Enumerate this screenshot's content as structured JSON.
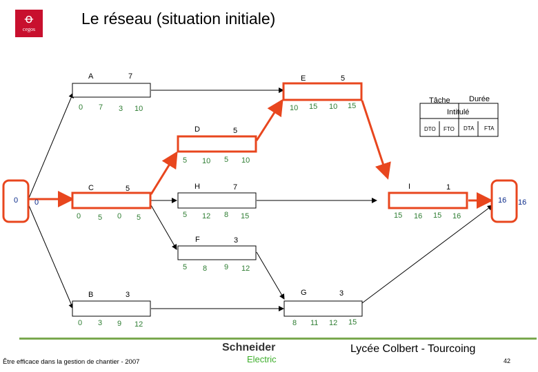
{
  "title": "Le réseau (situation initiale)",
  "logo": {
    "text": "cegos"
  },
  "legend": {
    "tache": "Tâche",
    "duree": "Durée",
    "intitule": "Intitulé",
    "fields": [
      "DTO",
      "FTO",
      "DTA",
      "FTA"
    ]
  },
  "start_node": {
    "value": "0",
    "date": "0"
  },
  "end_node": {
    "value": "16",
    "date": "16"
  },
  "tasks": {
    "A": {
      "name": "A",
      "duration": "7",
      "dto": "0",
      "fto": "7",
      "dta": "3",
      "fta": "10"
    },
    "B": {
      "name": "B",
      "duration": "3",
      "dto": "0",
      "fto": "3",
      "dta": "9",
      "fta": "12"
    },
    "C": {
      "name": "C",
      "duration": "5",
      "dto": "0",
      "fto": "5",
      "dta": "0",
      "fta": "5"
    },
    "D": {
      "name": "D",
      "duration": "5",
      "dto": "5",
      "fto": "10",
      "dta": "5",
      "fta": "10"
    },
    "E": {
      "name": "E",
      "duration": "5",
      "dto": "10",
      "fto": "15",
      "dta": "10",
      "fta": "15"
    },
    "F": {
      "name": "F",
      "duration": "3",
      "dto": "5",
      "fto": "8",
      "dta": "9",
      "fta": "12"
    },
    "G": {
      "name": "G",
      "duration": "3",
      "dto": "8",
      "fto": "11",
      "dta": "12",
      "fta": "15"
    },
    "H": {
      "name": "H",
      "duration": "7",
      "dto": "5",
      "fto": "12",
      "dta": "8",
      "fta": "15"
    },
    "I": {
      "name": "I",
      "duration": "1",
      "dto": "15",
      "fto": "16",
      "dta": "15",
      "fta": "16"
    }
  },
  "footer": {
    "left": "Être efficace dans la gestion de chantier - 2007",
    "right": "Lycée Colbert - Tourcoing",
    "page": "42",
    "brand1": "Schneider",
    "brand2": "Electric"
  },
  "colors": {
    "critical": "#e8461e",
    "normal": "#000000",
    "green": "#2e7d32",
    "blue": "#0a2a8a"
  }
}
